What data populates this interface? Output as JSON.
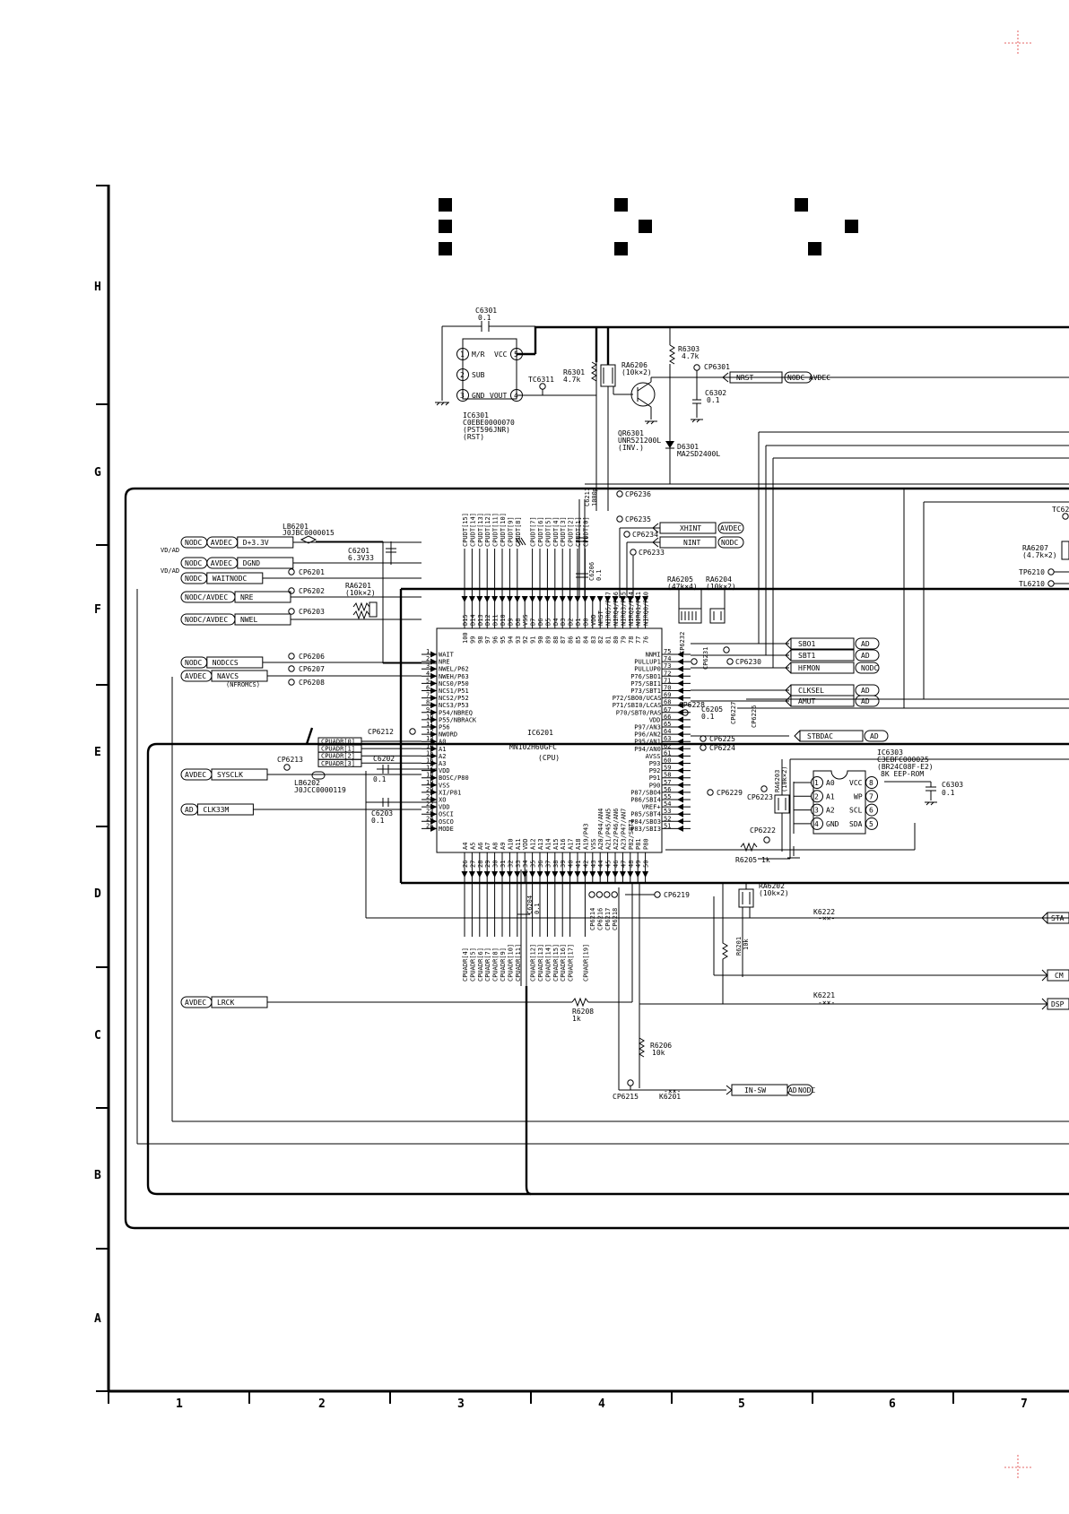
{
  "legend_markers": 9,
  "zones_rows": [
    "H",
    "G",
    "F",
    "E",
    "D",
    "C",
    "B",
    "A"
  ],
  "zones_cols": [
    "1",
    "2",
    "3",
    "4",
    "5",
    "6",
    "7"
  ],
  "reset_ic": {
    "ref": "IC6301",
    "part": "C0EBE0000070",
    "part2": "(PST596JNR)",
    "func": "(RST)",
    "pins": [
      {
        "n": "1",
        "name": "M/R"
      },
      {
        "n": "2",
        "name": "SUB"
      },
      {
        "n": "3",
        "name": "GND"
      },
      {
        "n": "5",
        "name": "VCC"
      },
      {
        "n": "4",
        "name": "VOUT"
      }
    ],
    "cap_ref": "C6301",
    "cap_val": "0.1",
    "tc_label": "TC6311"
  },
  "reset_parts": {
    "r6301": "R6301",
    "r6301_val": "4.7k",
    "ra6206": "RA6206",
    "ra6206_val": "(10k×2)",
    "r6303": "R6303",
    "r6303_val": "4.7k",
    "cp6301": "CP6301",
    "c6302": "C6302",
    "c6302_val": "0.1",
    "qr6301": "QR6301",
    "qr6301_part": "UNR521200L",
    "qr6301_func": "(INV.)",
    "d6301": "D6301",
    "d6301_part": "MA2SD2400L",
    "nrst": "NRST",
    "nrst_tag1": "NODC",
    "nrst_tag2": "AVDEC"
  },
  "left_nets": [
    {
      "tag1": "NODC",
      "tag2": "AVDEC",
      "name": "D+3.3V",
      "tag3": "VD/AD"
    },
    {
      "tag1": "NODC",
      "tag2": "AVDEC",
      "name": "DGND",
      "tag3": "VD/AD"
    },
    {
      "tag1": "NODC",
      "tag2": "",
      "name": "WAITNODC"
    },
    {
      "tag1": "NODC/AVDEC",
      "tag2": "",
      "name": "NRE"
    },
    {
      "tag1": "NODC/AVDEC",
      "tag2": "",
      "name": "NWEL"
    },
    {
      "tag1": "NODC",
      "tag2": "",
      "name": "NODCCS"
    },
    {
      "tag1": "AVDEC",
      "tag2": "",
      "name": "NAVCS",
      "note": "(NFROMCS)"
    },
    {
      "tag1": "AVDEC",
      "tag2": "",
      "name": "SYSCLK"
    },
    {
      "tag1": "AD",
      "tag2": "",
      "name": "CLK33M"
    },
    {
      "tag1": "AVDEC",
      "tag2": "",
      "name": "LRCK"
    }
  ],
  "left_parts": {
    "lb6201": "LB6201",
    "lb6201_part": "J0JBC0000015",
    "c6201": "C6201",
    "c6201_val": "6.3V33",
    "cp6201": "CP6201",
    "cp6202": "CP6202",
    "cp6203": "CP6203",
    "ra6201": "RA6201",
    "ra6201_val": "(10k×2)",
    "cp6206": "CP6206",
    "cp6207": "CP6207",
    "cp6208": "CP6208",
    "cp6212": "CP6212",
    "cp6213": "CP6213",
    "c6202": "C6202",
    "c6202_val": "0.1",
    "lb6202": "LB6202",
    "lb6202_part": "J0JCC0000119",
    "c6203": "C6203",
    "c6203_val": "0.1",
    "cpuadr": [
      "CPUADR[0]",
      "CPUADR[1]",
      "CPUADR[2]",
      "CPUADR[3]"
    ]
  },
  "cpu": {
    "ref": "IC6201",
    "part": "MN102H60GFC",
    "func": "(CPU)",
    "left_pins": [
      {
        "n": "1",
        "name": "WAIT"
      },
      {
        "n": "2",
        "name": "NRE"
      },
      {
        "n": "3",
        "name": "NWEL/P62"
      },
      {
        "n": "4",
        "name": "NWEH/P63"
      },
      {
        "n": "5",
        "name": "NCS0/P50"
      },
      {
        "n": "6",
        "name": "NCS1/P51"
      },
      {
        "n": "7",
        "name": "NCS2/P52"
      },
      {
        "n": "8",
        "name": "NCS3/P53"
      },
      {
        "n": "9",
        "name": "P54/NBREQ"
      },
      {
        "n": "10",
        "name": "P55/NBRACK"
      },
      {
        "n": "11",
        "name": "P56"
      },
      {
        "n": "12",
        "name": "NWORD"
      },
      {
        "n": "13",
        "name": "A0"
      },
      {
        "n": "14",
        "name": "A1"
      },
      {
        "n": "15",
        "name": "A2"
      },
      {
        "n": "16",
        "name": "A3"
      },
      {
        "n": "17",
        "name": "VDD"
      },
      {
        "n": "18",
        "name": "BOSC/P80"
      },
      {
        "n": "19",
        "name": "VSS"
      },
      {
        "n": "20",
        "name": "XI/P81"
      },
      {
        "n": "21",
        "name": "XO"
      },
      {
        "n": "22",
        "name": "VDD"
      },
      {
        "n": "23",
        "name": "OSCI"
      },
      {
        "n": "24",
        "name": "OSCO"
      },
      {
        "n": "25",
        "name": "MODE"
      }
    ],
    "right_pins": [
      {
        "n": "75",
        "name": "NNMI"
      },
      {
        "n": "74",
        "name": "PULLUP1"
      },
      {
        "n": "73",
        "name": "PULLUP0"
      },
      {
        "n": "72",
        "name": "P76/SBO1"
      },
      {
        "n": "71",
        "name": "P75/SBI1"
      },
      {
        "n": "70",
        "name": "P73/SBT1"
      },
      {
        "n": "69",
        "name": "P72/SBO0/UCAS"
      },
      {
        "n": "68",
        "name": "P71/SBI0/LCAS"
      },
      {
        "n": "67",
        "name": "P70/SBT0/RAS"
      },
      {
        "n": "66",
        "name": "VDD"
      },
      {
        "n": "65",
        "name": "P97/AN3"
      },
      {
        "n": "64",
        "name": "P96/AN2"
      },
      {
        "n": "63",
        "name": "P95/AN1"
      },
      {
        "n": "62",
        "name": "P94/AN0"
      },
      {
        "n": "61",
        "name": "AVSS"
      },
      {
        "n": "60",
        "name": "P93"
      },
      {
        "n": "59",
        "name": "P92"
      },
      {
        "n": "58",
        "name": "P91"
      },
      {
        "n": "57",
        "name": "P90"
      },
      {
        "n": "56",
        "name": "P87/SBO4"
      },
      {
        "n": "55",
        "name": "P86/SBI4"
      },
      {
        "n": "54",
        "name": "VREF+"
      },
      {
        "n": "53",
        "name": "P85/SBT4"
      },
      {
        "n": "52",
        "name": "P84/SBO3"
      },
      {
        "n": "51",
        "name": "P83/SBI3"
      }
    ],
    "top_pins": [
      {
        "n": "100",
        "name": "D15"
      },
      {
        "n": "99",
        "name": "D14"
      },
      {
        "n": "98",
        "name": "D13"
      },
      {
        "n": "97",
        "name": "D12"
      },
      {
        "n": "96",
        "name": "D11"
      },
      {
        "n": "95",
        "name": "D10"
      },
      {
        "n": "94",
        "name": "D9"
      },
      {
        "n": "93",
        "name": "D8"
      },
      {
        "n": "92",
        "name": "VSS"
      },
      {
        "n": "91",
        "name": "D7"
      },
      {
        "n": "90",
        "name": "D6"
      },
      {
        "n": "89",
        "name": "D5"
      },
      {
        "n": "88",
        "name": "D4"
      },
      {
        "n": "87",
        "name": "D3"
      },
      {
        "n": "86",
        "name": "D2"
      },
      {
        "n": "85",
        "name": "D1"
      },
      {
        "n": "84",
        "name": "D0"
      },
      {
        "n": "83",
        "name": "VDD"
      },
      {
        "n": "82",
        "name": "NRST"
      },
      {
        "n": "81",
        "name": "NIRQ5/P67"
      },
      {
        "n": "80",
        "name": "NIRQ4/P66"
      },
      {
        "n": "79",
        "name": "NIRQ3/P65"
      },
      {
        "n": "78",
        "name": "NIRQ2/P64"
      },
      {
        "n": "77",
        "name": "NIRQ1/PA1"
      },
      {
        "n": "76",
        "name": "NIRQ0/PA0"
      }
    ],
    "bottom_pins": [
      {
        "n": "26",
        "name": "A4"
      },
      {
        "n": "27",
        "name": "A5"
      },
      {
        "n": "28",
        "name": "A6"
      },
      {
        "n": "29",
        "name": "A7"
      },
      {
        "n": "30",
        "name": "A8"
      },
      {
        "n": "31",
        "name": "A9"
      },
      {
        "n": "32",
        "name": "A10"
      },
      {
        "n": "33",
        "name": "A11"
      },
      {
        "n": "34",
        "name": "VDD"
      },
      {
        "n": "35",
        "name": "A12"
      },
      {
        "n": "36",
        "name": "A13"
      },
      {
        "n": "37",
        "name": "A14"
      },
      {
        "n": "38",
        "name": "A15"
      },
      {
        "n": "39",
        "name": "A16"
      },
      {
        "n": "40",
        "name": "A17"
      },
      {
        "n": "41",
        "name": "A18"
      },
      {
        "n": "42",
        "name": "A19/P43"
      },
      {
        "n": "43",
        "name": "VSS"
      },
      {
        "n": "44",
        "name": "A20/P44/AN4"
      },
      {
        "n": "45",
        "name": "A21/P45/AN5"
      },
      {
        "n": "46",
        "name": "A22/P46/AN6"
      },
      {
        "n": "47",
        "name": "A23/P47/AN7"
      },
      {
        "n": "48",
        "name": "P82/SBT3"
      },
      {
        "n": "49",
        "name": "P81"
      },
      {
        "n": "50",
        "name": "P80"
      }
    ]
  },
  "top_labels": {
    "top_bus": [
      "CPUDT[15]",
      "CPUDT[14]",
      "CPUDT[13]",
      "CPUDT[12]",
      "CPUDT[11]",
      "CPUDT[10]",
      "CPUDT[9]",
      "CPUDT[8]",
      "CPUDT[7]",
      "CPUDT[6]",
      "CPUDT[5]",
      "CPUDT[4]",
      "CPUDT[3]",
      "CPUDT[2]",
      "CPUDT[1]",
      "CPUDT[0]"
    ],
    "c6211": "C6211",
    "c6211_val": "1000p",
    "c6206": "C6206",
    "c6206_val": "0.1",
    "cp6236": "CP6236",
    "cp6235": "CP6235",
    "cp6234": "CP6234",
    "cp6233": "CP6233",
    "xhint": "XHINT",
    "xhint_tag": "AVDEC",
    "nint": "NINT",
    "nint_tag": "NODC"
  },
  "right_parts": {
    "ra6205": "RA6205",
    "ra6205_val": "(47k×4)",
    "ra6204": "RA6204",
    "ra6204_val": "(10k×2)",
    "cp6230": "CP6230",
    "cp6232": "CP6232",
    "cp6231": "CP6231",
    "cp6228": "CP6228",
    "c6205": "C6205",
    "c6205_val": "0.1",
    "cp6227": "CP6227",
    "cp6226": "CP6226",
    "cp6225": "CP6225",
    "cp6224": "CP6224",
    "cp6229": "CP6229",
    "cp6223": "CP6223",
    "cp6222": "CP6222",
    "r6205": "R6205",
    "r6205_val": "1k",
    "ra6203": "RA6203",
    "ra6203_val": "(10k×2)",
    "ra6207": "RA6207",
    "ra6207_val": "(4.7k×2)",
    "tp6210": "TP6210",
    "tl6210": "TL6210",
    "tc62": "TC62"
  },
  "right_nets": [
    {
      "name": "SBO1",
      "tag": "AD"
    },
    {
      "name": "SBT1",
      "tag": "AD"
    },
    {
      "name": "HFMON",
      "tag": "NODC"
    },
    {
      "name": "CLKSEL",
      "tag": "AD"
    },
    {
      "name": "AMUT",
      "tag": "AD"
    },
    {
      "name": "STBDAC",
      "tag": "AD"
    }
  ],
  "eeprom": {
    "ref": "IC6303",
    "part": "C3EBFC000025",
    "part2": "(BR24C08F-E2)",
    "func": "8K EEP-ROM",
    "pins": [
      {
        "n": "1",
        "name": "A0"
      },
      {
        "n": "2",
        "name": "A1"
      },
      {
        "n": "3",
        "name": "A2"
      },
      {
        "n": "4",
        "name": "GND"
      },
      {
        "n": "8",
        "name": "VCC"
      },
      {
        "n": "7",
        "name": "WP"
      },
      {
        "n": "6",
        "name": "SCL"
      },
      {
        "n": "5",
        "name": "SDA"
      }
    ],
    "c6303": "C6303",
    "c6303_val": "0.1"
  },
  "bottom_parts": {
    "cpuadr_bus": [
      "CPUADR[4]",
      "CPUADR[5]",
      "CPUADR[6]",
      "CPUADR[7]",
      "CPUADR[8]",
      "CPUADR[9]",
      "CPUADR[10]",
      "CPUADR[11]",
      "CPUADR[12]",
      "CPUADR[13]",
      "CPUADR[14]",
      "CPUADR[15]",
      "CPUADR[16]",
      "CPUADR[17]",
      "CPUADR[19]"
    ],
    "c6204": "C6204",
    "c6204_val": "0.1",
    "cps": [
      "CP6214",
      "CP6216",
      "CP6217",
      "CP6218"
    ],
    "cp6219": "CP6219",
    "ra6202": "RA6202",
    "ra6202_val": "(10k×2)",
    "k6222": "K6222",
    "k6221": "K6221",
    "k6201": "K6201",
    "r6201": "R6201",
    "r6201_val": "10k",
    "r6208": "R6208",
    "r6208_val": "1k",
    "r6206": "R6206",
    "r6206_val": "10k",
    "cp6215": "CP6215",
    "insw": "IN-SW",
    "insw_tag1": "AD",
    "insw_tag2": "NODC",
    "offpage": [
      "STA",
      "CM",
      "DSP"
    ]
  }
}
